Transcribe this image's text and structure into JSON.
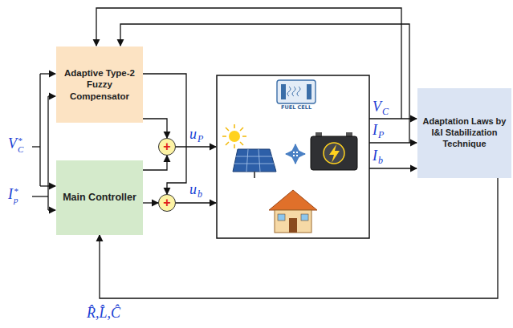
{
  "diagram": {
    "nodes": [
      {
        "text": [
          "Adaptive Type-2 Fuzzy Compensator"
        ]
      },
      {
        "text": [
          "Main Controller"
        ]
      },
      {
        "text": [
          "+"
        ]
      },
      {
        "text": [
          "+"
        ]
      },
      {
        "text": [
          "Adaptation Laws by I&I Stabilization Technique"
        ]
      }
    ],
    "edges": [
      {
        "from": 0,
        "to": 2,
        "arrow": "to"
      },
      {
        "from": 1,
        "to": 2,
        "arrow": "to"
      },
      {
        "from": 0,
        "to": 3,
        "arrow": "to"
      },
      {
        "from": 1,
        "to": 3,
        "arrow": "to"
      },
      {
        "from": 4,
        "to": 1,
        "arrow": "to"
      }
    ],
    "labels": [
      "V",
      "C",
      "*",
      "I",
      "p",
      "*",
      "u",
      "P",
      "u",
      "b",
      "V",
      "C",
      "I",
      "P",
      "I",
      "b",
      "R̂,L̂,Ĉ",
      "FUEL CELL"
    ]
  }
}
